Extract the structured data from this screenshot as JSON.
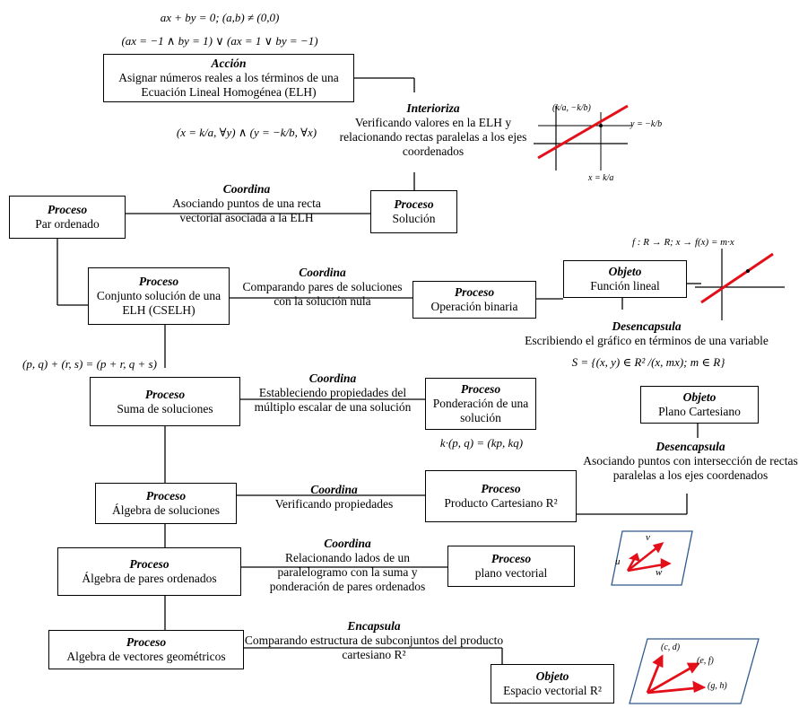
{
  "colors": {
    "line": "#000000",
    "accent": "#e3101a",
    "frame": "#2f5b8f"
  },
  "top_math": {
    "eq1": "ax + by = 0; (a,b) ≠ (0,0)",
    "eq2": "(ax = −1 ∧ by = 1) ∨ (ax = 1 ∨ by = −1)"
  },
  "nodes": {
    "accion": {
      "type": "Acción",
      "text": "Asignar números reales a los términos de una Ecuación Lineal Homogénea (ELH)"
    },
    "solucion": {
      "type": "Proceso",
      "text": "Solución"
    },
    "par_ordenado": {
      "type": "Proceso",
      "text": "Par ordenado"
    },
    "cselh": {
      "type": "Proceso",
      "text": "Conjunto solución de una ELH (CSELH)"
    },
    "operacion_binaria": {
      "type": "Proceso",
      "text": "Operación binaria"
    },
    "funcion_lineal": {
      "type": "Objeto",
      "text": "Función lineal"
    },
    "suma": {
      "type": "Proceso",
      "text": "Suma de soluciones"
    },
    "ponderacion": {
      "type": "Proceso",
      "text": "Ponderación de una solución"
    },
    "plano_cartesiano": {
      "type": "Objeto",
      "text": "Plano Cartesiano"
    },
    "algebra_soluciones": {
      "type": "Proceso",
      "text": "Álgebra de soluciones"
    },
    "producto_cartesiano": {
      "type": "Proceso",
      "text": "Producto Cartesiano R²"
    },
    "algebra_pares": {
      "type": "Proceso",
      "text": "Álgebra de pares ordenados"
    },
    "plano_vectorial": {
      "type": "Proceso",
      "text": "plano vectorial"
    },
    "algebra_vectores": {
      "type": "Proceso",
      "text": "Algebra de vectores geométricos"
    },
    "espacio_vectorial": {
      "type": "Objeto",
      "text": "Espacio vectorial R²"
    }
  },
  "relations": {
    "interioriza": {
      "label": "Interioriza",
      "text": "Verificando valores en la ELH y relacionando rectas paralelas a los ejes coordenados"
    },
    "coordina1": {
      "label": "Coordina",
      "text": "Asociando puntos de una recta vectorial asociada a la ELH"
    },
    "coordina2": {
      "label": "Coordina",
      "text": "Comparando pares de soluciones con la solución nula"
    },
    "desencapsula1": {
      "label": "Desencapsula",
      "text": "Escribiendo el gráfico en términos de una variable"
    },
    "coordina3": {
      "label": "Coordina",
      "text": "Estableciendo propiedades del múltiplo escalar de una solución"
    },
    "desencapsula2": {
      "label": "Desencapsula",
      "text": "Asociando puntos con intersección de rectas paralelas a  los ejes coordenados"
    },
    "coordina4": {
      "label": "Coordina",
      "text": "Verificando propiedades"
    },
    "coordina5": {
      "label": "Coordina",
      "text": "Relacionando lados de un paralelogramo con la suma y ponderación de pares ordenados"
    },
    "encapsula": {
      "label": "Encapsula",
      "text": "Comparando estructura de subconjuntos del producto cartesiano R²"
    }
  },
  "math": {
    "solution_sets": "(x = k/a, ∀y) ∧ (y = −k/b, ∀x)",
    "linear_function": "f : R → R; x → f(x) = m·x",
    "set_S": "S = {(x, y) ∈ R² /(x, mx); m ∈ R}",
    "sum_rule": "(p, q) + (r, s) = (p + r, q + s)",
    "scalar_rule": "k·(p, q) = (kp, kq)",
    "graph_point": "(k/a, −k/b)",
    "graph_y": "y = −k/b",
    "graph_x": "x = k/a"
  },
  "vector_labels": {
    "u": "u",
    "v": "v",
    "w": "w",
    "cd": "(c, d)",
    "ef": "(e, f)",
    "gh": "(g, h)"
  }
}
